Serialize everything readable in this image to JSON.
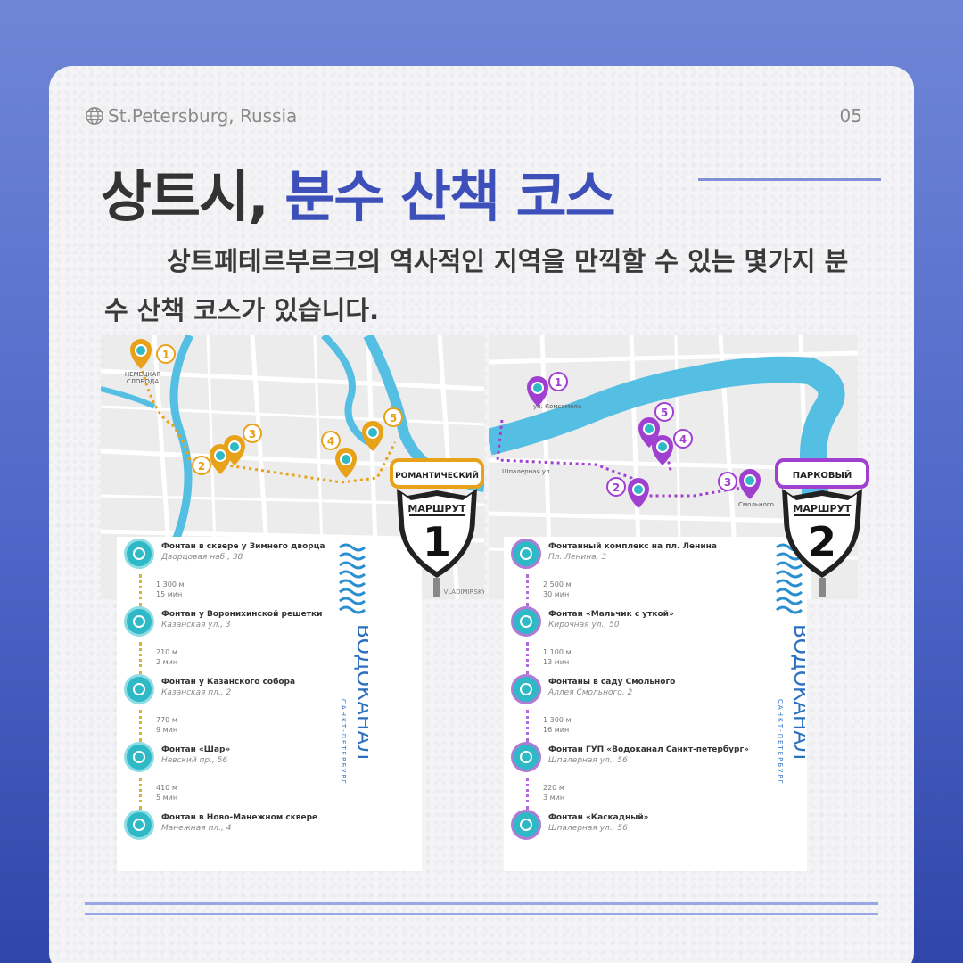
{
  "header": {
    "location": "St.Petersburg, Russia",
    "page_number": "05"
  },
  "title": {
    "part1": "상트시, ",
    "part2": "분수 산책 코스"
  },
  "description": "상트페테르부르크의 역사적인 지역을 만끽할 수 있는 몇가지 분수 산책 코스가 있습니다.",
  "colors": {
    "accent": "#3d4fb8",
    "route1": "#e8a21a",
    "route2": "#a040d0",
    "water": "#55bfe3"
  },
  "route1": {
    "sign_label": "РОМАНТИЧЕСКИЙ",
    "sign_word": "МАРШРУТ",
    "sign_number": "1",
    "map_labels": [
      "НЕМЕЦКАЯ СЛОБОДА",
      "VLADIMIRSKY"
    ],
    "pins": [
      "1",
      "2",
      "3",
      "4",
      "5"
    ],
    "brand": "ВОДОКАНАЛ",
    "brand_sub": "САНКТ-ПЕТЕРБУРГ",
    "stops": [
      {
        "name": "Фонтан в сквере у Зимнего дворца",
        "address": "Дворцовая наб., 38"
      },
      {
        "name": "Фонтан у Воронихинской решетки",
        "address": "Казанская ул., 3"
      },
      {
        "name": "Фонтан у Казанского собора",
        "address": "Казанская пл., 2"
      },
      {
        "name": "Фонтан «Шар»",
        "address": "Невский пр., 56"
      },
      {
        "name": "Фонтан в Ново-Манежном сквере",
        "address": "Манежная пл., 4"
      }
    ],
    "segments": [
      {
        "distance": "1 300 м",
        "time": "15 мин"
      },
      {
        "distance": "210 м",
        "time": "2 мин"
      },
      {
        "distance": "770 м",
        "time": "9 мин"
      },
      {
        "distance": "410 м",
        "time": "5 мин"
      }
    ]
  },
  "route2": {
    "sign_label": "ПАРКОВЫЙ",
    "sign_word": "МАРШРУТ",
    "sign_number": "2",
    "map_labels": [
      "ул. Комсомола",
      "Шпалерная ул.",
      "Смольного"
    ],
    "pins": [
      "1",
      "2",
      "3",
      "4",
      "5"
    ],
    "brand": "ВОДОКАНАЛ",
    "brand_sub": "САНКТ-ПЕТЕРБУРГ",
    "stops": [
      {
        "name": "Фонтанный  комплекс на пл. Ленина",
        "address": "Пл. Ленина, 3"
      },
      {
        "name": "Фонтан «Мальчик с уткой»",
        "address": "Кирочная ул., 50"
      },
      {
        "name": "Фонтаны в саду Смольного",
        "address": "Аллея Смольного, 2"
      },
      {
        "name": "Фонтан ГУП «Водоканал Санкт-петербург»",
        "address": "Шпалерная ул., 56"
      },
      {
        "name": "Фонтан  «Каскадный»",
        "address": "Шпалерная ул., 56"
      }
    ],
    "segments": [
      {
        "distance": "2 500 м",
        "time": "30 мин"
      },
      {
        "distance": "1 100 м",
        "time": "13 мин"
      },
      {
        "distance": "1 300 м",
        "time": "16 мин"
      },
      {
        "distance": "220 м",
        "time": "3 мин"
      }
    ]
  }
}
